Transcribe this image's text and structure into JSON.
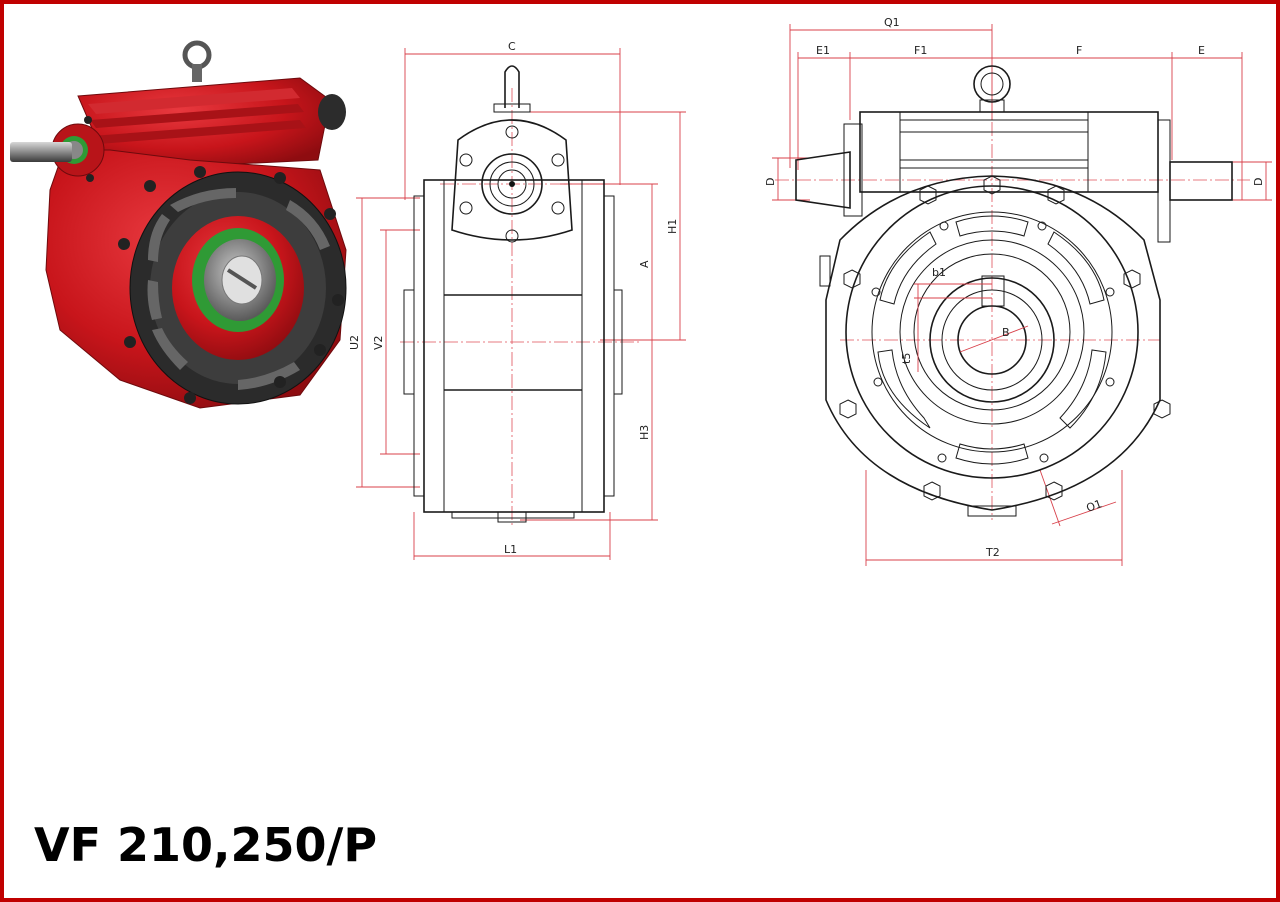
{
  "title": "VF 210,250/P",
  "colors": {
    "border": "#c00000",
    "dimension": "#d8404a",
    "housing": "#c8151b",
    "seal": "#3aa53a"
  },
  "side_view_labels": {
    "top": "C",
    "bottom": "L1",
    "left_outer": "U2",
    "left_inner": "V2",
    "right_upper": "H1",
    "right_mid": "A",
    "right_lower": "H3"
  },
  "front_view_labels": {
    "q1": "Q1",
    "e1": "E1",
    "f1": "F1",
    "f": "F",
    "e": "E",
    "d_left": "D",
    "d_right": "D",
    "b1": "b1",
    "b": "B",
    "t5": "t5",
    "o1": "O1",
    "t2": "T2"
  }
}
